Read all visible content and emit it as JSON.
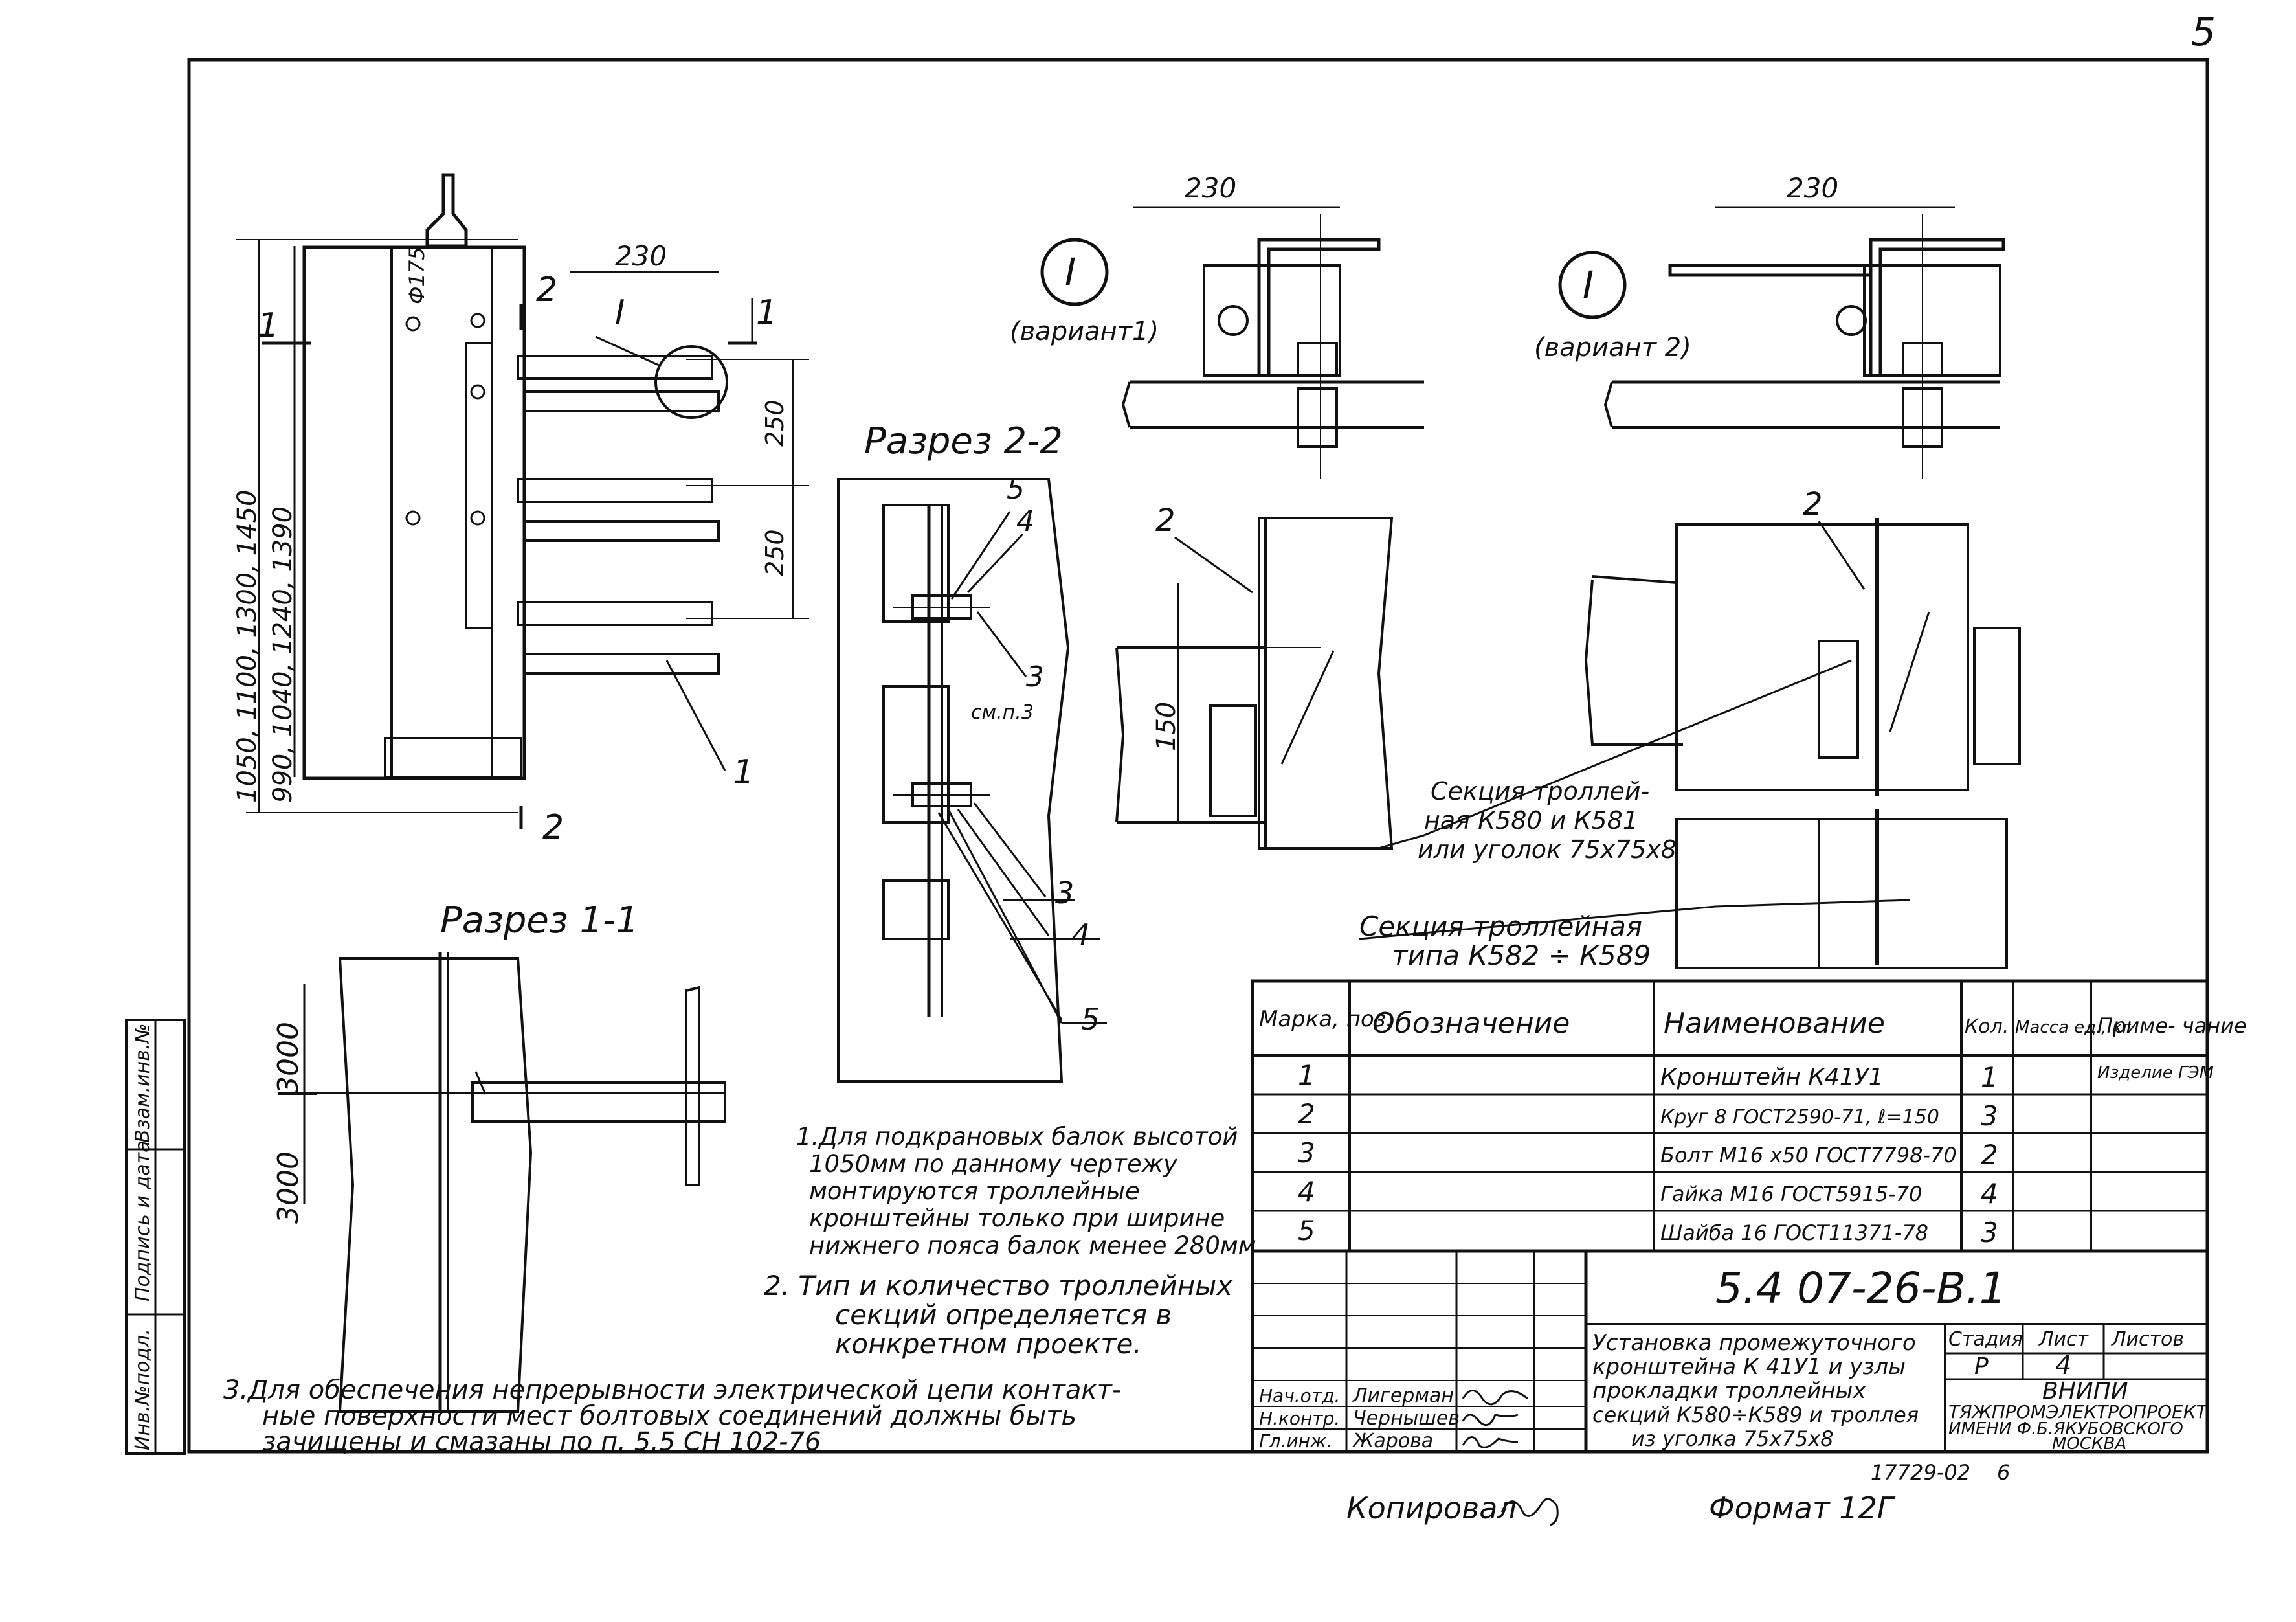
{
  "corner_mark": "5",
  "drawing_number": "5.4 07-26-В.1",
  "views": {
    "section_1_title": "Разрез 1-1",
    "section_2_title": "Разрез 2-2",
    "variant1_roman": "I",
    "variant1_label": "(вариант1)",
    "variant2_roman": "I",
    "variant2_label": "(вариант 2)",
    "dim_230": "230",
    "dim_250": "250",
    "dim_150": "150",
    "dim_175": "Ф175",
    "dim_3000": "3000",
    "heights_outer": "1050, 1100, 1300, 1450",
    "heights_inner": "990, 1040, 1240, 1390",
    "cut_mark_1": "1",
    "cut_mark_2": "2",
    "note_see": "см.п.3",
    "pos_1": "1",
    "pos_2": "2",
    "pos_3": "3",
    "pos_4": "4",
    "pos_5": "5",
    "trolley_section_a_1": "Секция троллей-",
    "trolley_section_a_2": "ная К580 и К581",
    "trolley_section_a_3": "или уголок 75х75х8",
    "trolley_section_b_1": "Секция троллейная",
    "trolley_section_b_2": "типа К582 ÷ К589"
  },
  "notes": [
    {
      "line1": "1.Для подкрановых балок высотой",
      "line2": "1050мм по данному чертежу",
      "line3": "монтируются троллейные",
      "line4": "кронштейны только при ширине",
      "line5": "нижнего пояса балок менее 280мм"
    },
    {
      "line1": "2. Тип и количество троллейных",
      "line2": "секций определяется в",
      "line3": "конкретном проекте."
    },
    {
      "line1": "3.Для обеспечения непрерывности электрической цепи контакт-",
      "line2": "ные поверхности мест болтовых соединений должны быть",
      "line3": "зачищены и смазаны по п. 5.5 СН 102-76"
    }
  ],
  "spec_table": {
    "headers": {
      "mark": "Марка, поз.",
      "designation": "Обозначение",
      "name": "Наименование",
      "qty": "Кол.",
      "mass": "Масса ед., кг",
      "note": "Приме- чание"
    },
    "rows": [
      {
        "pos": "1",
        "designation": "",
        "name": "Кронштейн К41У1",
        "qty": "1",
        "mass": "",
        "note": "Изделие ГЭМ"
      },
      {
        "pos": "2",
        "designation": "",
        "name": "Круг 8 ГОСТ2590-71, ℓ=150",
        "qty": "3",
        "mass": "",
        "note": ""
      },
      {
        "pos": "3",
        "designation": "",
        "name": "Болт М16 х50 ГОСТ7798-70",
        "qty": "2",
        "mass": "",
        "note": ""
      },
      {
        "pos": "4",
        "designation": "",
        "name": "Гайка М16 ГОСТ5915-70",
        "qty": "4",
        "mass": "",
        "note": ""
      },
      {
        "pos": "5",
        "designation": "",
        "name": "Шайба 16 ГОСТ11371-78",
        "qty": "3",
        "mass": "",
        "note": ""
      }
    ]
  },
  "title_block": {
    "title_1": "Установка промежуточного",
    "title_2": "кронштейна К 41У1 и узлы",
    "title_3": "прокладки троллейных",
    "title_4": "секций К580÷К589 и троллея",
    "title_5": "из уголка 75х75х8",
    "stage_label": "Стадия",
    "sheet_label": "Лист",
    "sheets_label": "Листов",
    "stage": "Р",
    "sheet": "4",
    "org_1": "ВНИПИ",
    "org_2": "ТЯЖПРОМЭЛЕКТРОПРОЕКТ",
    "org_3": "ИМЕНИ Ф.Б.ЯКУБОВСКОГО",
    "org_4": "МОСКВА",
    "signers": [
      {
        "role": "Нач.отд.",
        "name": "Лигерман"
      },
      {
        "role": "Н.контр.",
        "name": "Чернышев"
      },
      {
        "role": "Гл.инж.",
        "name": "Жарова"
      }
    ]
  },
  "side_stamp": {
    "inv_orig": "Инв.№подл.",
    "sign_date": "Подпись и дата",
    "inv_repl": "Взам.инв.№"
  },
  "footer": {
    "copied": "Копировал",
    "format": "Формат 12Г",
    "archive": "17729-02",
    "sheet_num": "6"
  }
}
